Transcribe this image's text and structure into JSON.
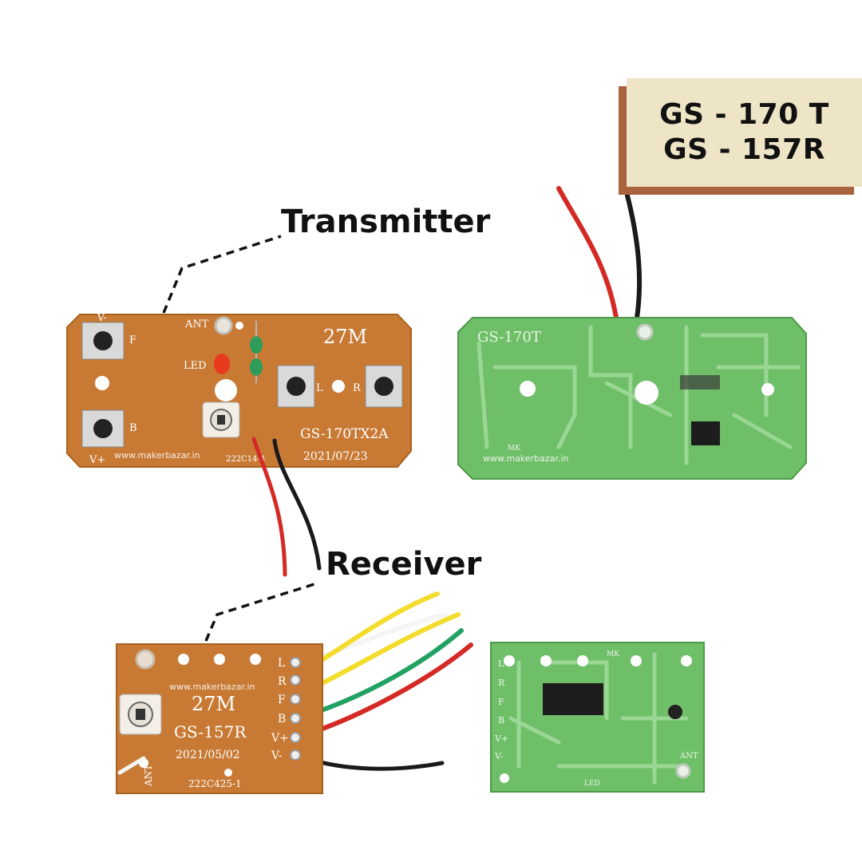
{
  "product_label": {
    "line1": "GS - 170 T",
    "line2": "GS - 157R"
  },
  "callouts": {
    "transmitter": "Transmitter",
    "receiver": "Receiver"
  },
  "transmitter_front": {
    "ant": "ANT",
    "led": "LED",
    "freq": "27M",
    "model": "GS-170TX2A",
    "date": "2021/07/23",
    "code": "222C14-4",
    "pad_vminus": "V-",
    "pad_vplus": "V+",
    "btn_f": "F",
    "btn_b": "B",
    "btn_l": "L",
    "btn_r": "R",
    "watermark": "www.makerbazar.in"
  },
  "transmitter_back": {
    "model": "GS-170T",
    "mk": "MK",
    "watermark": "www.makerbazar.in"
  },
  "receiver_front": {
    "freq": "27M",
    "model": "GS-157R",
    "date": "2021/05/02",
    "code": "222C425-1",
    "ant": "ANT",
    "pins": [
      "L",
      "R",
      "F",
      "B",
      "V+",
      "V-"
    ],
    "watermark": "www.makerbazar.in"
  },
  "receiver_back": {
    "mk": "MK",
    "ant": "ANT",
    "led": "LED",
    "pins": [
      "L",
      "R",
      "F",
      "B",
      "V+",
      "V-"
    ]
  },
  "colors": {
    "pcb_brown": "#c87a35",
    "pcb_green": "#6fbf69",
    "label_bg": "#ede5c6",
    "label_shadow": "#a9643f"
  }
}
